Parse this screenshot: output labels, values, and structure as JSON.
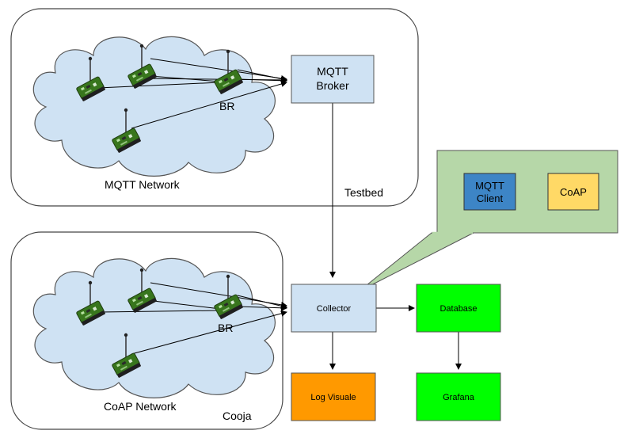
{
  "mqtt_group": {
    "network_label": "MQTT Network",
    "environment_label": "Testbed",
    "border_router_label": "BR"
  },
  "coap_group": {
    "network_label": "CoAP Network",
    "environment_label": "Cooja",
    "border_router_label": "BR"
  },
  "boxes": {
    "broker": {
      "line1": "MQTT",
      "line2": "Broker"
    },
    "collector": "Collector",
    "database": "Database",
    "log_visuale": "Log Visuale",
    "grafana": "Grafana"
  },
  "collector_detail": {
    "mqtt_client": {
      "line1": "MQTT",
      "line2": "Client"
    },
    "coap": "CoAP"
  },
  "colors": {
    "cloud_fill": "#cfe2f3",
    "box_fill": "#cfe2f3",
    "green_fill": "#00ff00",
    "orange_fill": "#ff9900",
    "callout_fill": "#b6d7a8",
    "mqtt_client_fill": "#3d85c6",
    "coap_fill": "#ffd966",
    "node_fill": "#38761d"
  }
}
